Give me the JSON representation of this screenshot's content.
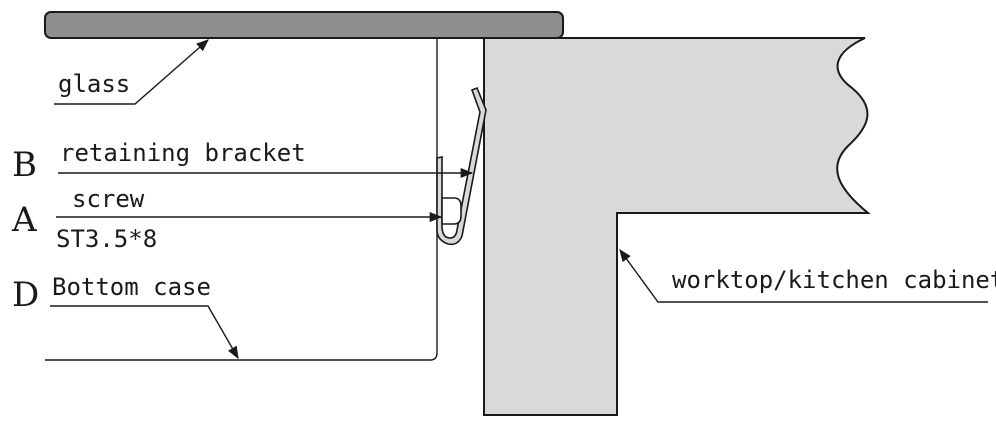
{
  "diagram": {
    "colors": {
      "glass": "#8f8f8f",
      "worktop": "#d9d9d9",
      "bracket": "#d9d9d9",
      "line": "#1a1a1a",
      "background": "#ffffff"
    },
    "labels": {
      "glass": "glass",
      "retaining_bracket": "retaining bracket",
      "screw": "screw",
      "screw_spec": "ST3.5*8",
      "bottom_case": "Bottom case",
      "worktop": "worktop/kitchen cabinet"
    },
    "letters": {
      "b": "B",
      "a": "A",
      "d": "D"
    }
  }
}
